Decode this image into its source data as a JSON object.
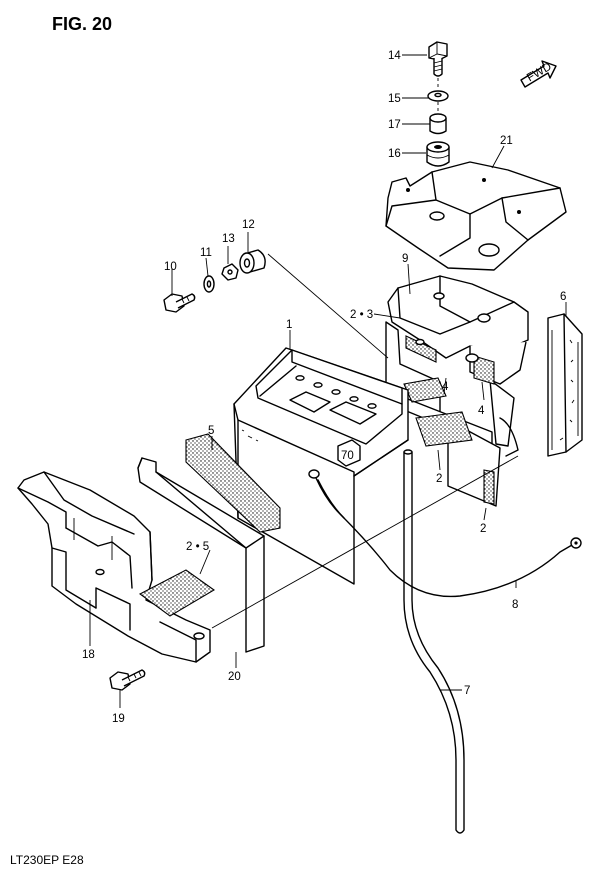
{
  "figure": {
    "title": "FIG. 20",
    "footer": "LT230EP  E28",
    "fwd_label": "FWD"
  },
  "callouts": [
    {
      "id": "c1",
      "label": "1"
    },
    {
      "id": "c2a",
      "label": "2"
    },
    {
      "id": "c2b",
      "label": "2"
    },
    {
      "id": "c23",
      "label": "2 • 3"
    },
    {
      "id": "c25",
      "label": "2 • 5"
    },
    {
      "id": "c4a",
      "label": "4"
    },
    {
      "id": "c4b",
      "label": "4"
    },
    {
      "id": "c5",
      "label": "5"
    },
    {
      "id": "c6",
      "label": "6"
    },
    {
      "id": "c7",
      "label": "7"
    },
    {
      "id": "c8",
      "label": "8"
    },
    {
      "id": "c9",
      "label": "9"
    },
    {
      "id": "c10",
      "label": "10"
    },
    {
      "id": "c11",
      "label": "11"
    },
    {
      "id": "c12",
      "label": "12"
    },
    {
      "id": "c13",
      "label": "13"
    },
    {
      "id": "c14",
      "label": "14"
    },
    {
      "id": "c15",
      "label": "15"
    },
    {
      "id": "c16",
      "label": "16"
    },
    {
      "id": "c17",
      "label": "17"
    },
    {
      "id": "c18",
      "label": "18"
    },
    {
      "id": "c19",
      "label": "19"
    },
    {
      "id": "c20",
      "label": "20"
    },
    {
      "id": "c21",
      "label": "21"
    }
  ]
}
